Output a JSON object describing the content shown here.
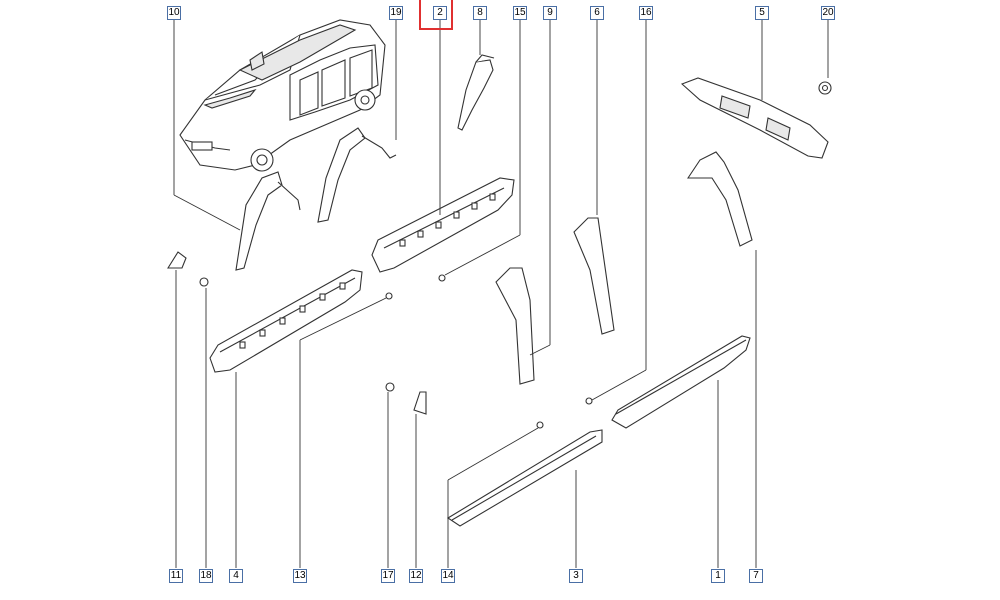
{
  "callouts": {
    "c10": "10",
    "c19": "19",
    "c2": "2",
    "c8": "8",
    "c15": "15",
    "c9": "9",
    "c6": "6",
    "c16": "16",
    "c5": "5",
    "c20": "20",
    "c11": "11",
    "c18": "18",
    "c4": "4",
    "c13": "13",
    "c17": "17",
    "c12": "12",
    "c14": "14",
    "c3": "3",
    "c1": "1",
    "c7": "7"
  },
  "highlight_color": "#e03030",
  "callout_border_color": "#4a6fa5"
}
